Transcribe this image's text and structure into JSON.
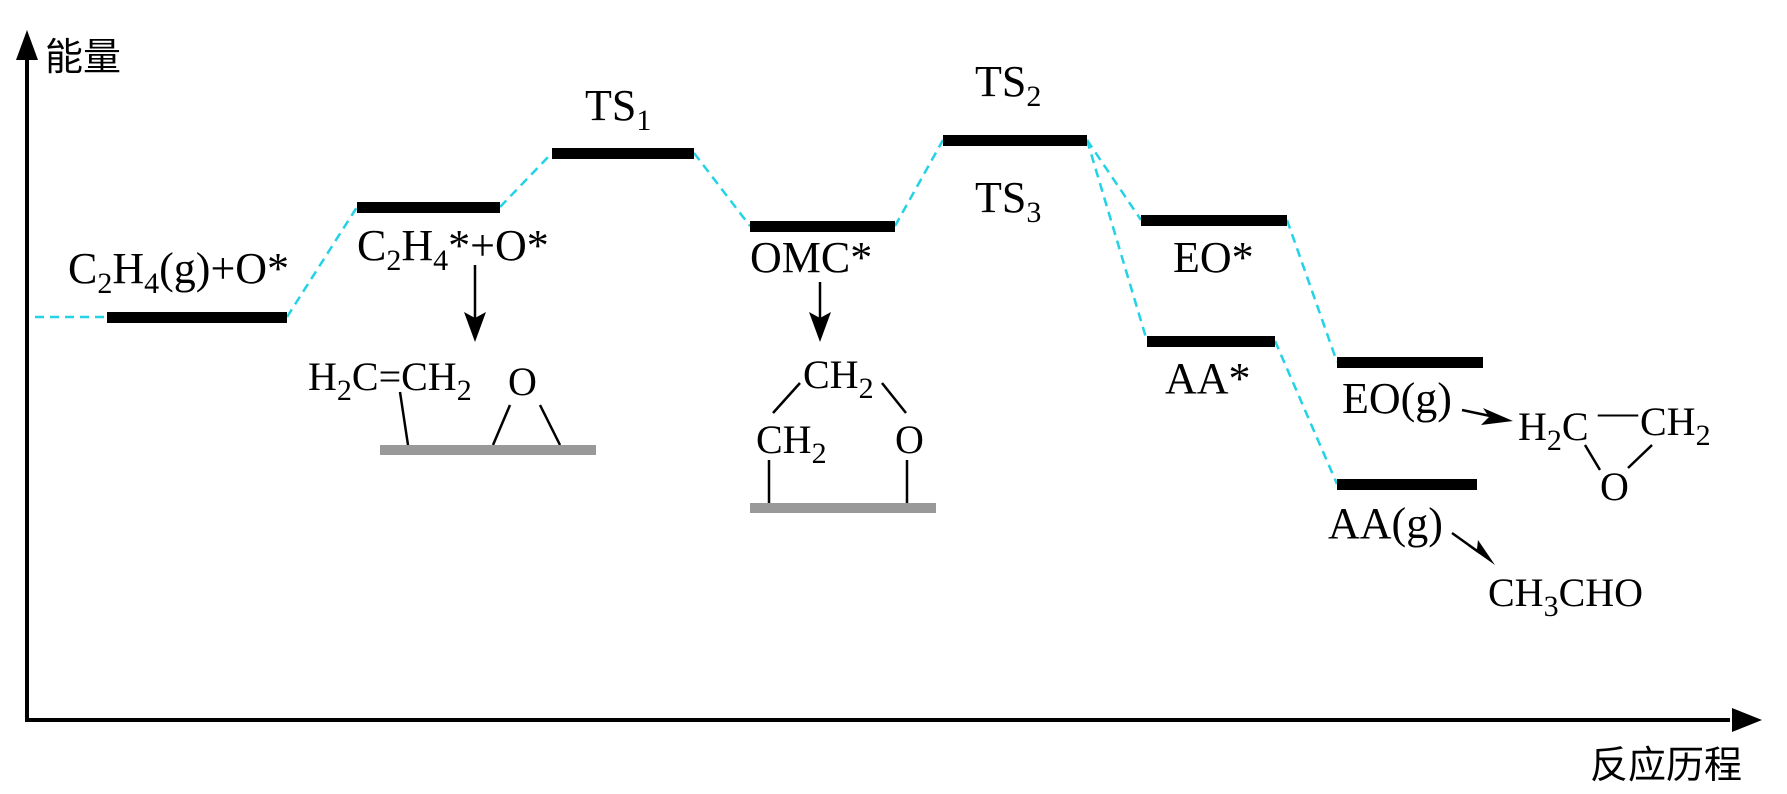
{
  "diagram": {
    "type": "energy-profile",
    "y_axis_label": "能量",
    "x_axis_label": "反应历程",
    "colors": {
      "level": "#000000",
      "connector": "#22d3e6",
      "surface": "#999999",
      "background": "#ffffff"
    },
    "levels": [
      {
        "id": "reactant",
        "label": "C2H4(g)+O*",
        "parts": [
          {
            "t": "C"
          },
          {
            "t": "2",
            "sub": true
          },
          {
            "t": "H"
          },
          {
            "t": "4",
            "sub": true
          },
          {
            "t": "(g)+O*"
          }
        ],
        "label_position": "above",
        "relative_energy_rank": 5
      },
      {
        "id": "adsorbed",
        "label": "C2H4*+O*",
        "parts": [
          {
            "t": "C"
          },
          {
            "t": "2",
            "sub": true
          },
          {
            "t": "H"
          },
          {
            "t": "4",
            "sub": true
          },
          {
            "t": "*+O*"
          }
        ],
        "label_position": "below",
        "relative_energy_rank": 7
      },
      {
        "id": "ts1",
        "label": "TS1",
        "parts": [
          {
            "t": "TS"
          },
          {
            "t": "1",
            "sub": true
          }
        ],
        "label_position": "above",
        "relative_energy_rank": 8
      },
      {
        "id": "omc",
        "label": "OMC*",
        "parts": [
          {
            "t": "OMC*"
          }
        ],
        "label_position": "below",
        "relative_energy_rank": 6
      },
      {
        "id": "ts23",
        "label": "TS2 / TS3",
        "parts_above": [
          {
            "t": "TS"
          },
          {
            "t": "2",
            "sub": true
          }
        ],
        "parts_below": [
          {
            "t": "TS"
          },
          {
            "t": "3",
            "sub": true
          }
        ],
        "label_position": "both",
        "relative_energy_rank": 9
      },
      {
        "id": "eo_ads",
        "label": "EO*",
        "parts": [
          {
            "t": "EO*"
          }
        ],
        "label_position": "below",
        "relative_energy_rank": 6
      },
      {
        "id": "aa_ads",
        "label": "AA*",
        "parts": [
          {
            "t": "AA*"
          }
        ],
        "label_position": "below",
        "relative_energy_rank": 4
      },
      {
        "id": "eo_gas",
        "label": "EO(g)",
        "parts": [
          {
            "t": "EO(g)"
          }
        ],
        "label_position": "below",
        "relative_energy_rank": 3
      },
      {
        "id": "aa_gas",
        "label": "AA(g)",
        "parts": [
          {
            "t": "AA(g)"
          }
        ],
        "label_position": "below",
        "relative_energy_rank": 1
      }
    ],
    "connections": [
      [
        "start",
        "reactant"
      ],
      [
        "reactant",
        "adsorbed"
      ],
      [
        "adsorbed",
        "ts1"
      ],
      [
        "ts1",
        "omc"
      ],
      [
        "omc",
        "ts23"
      ],
      [
        "ts23",
        "eo_ads"
      ],
      [
        "ts23",
        "aa_ads"
      ],
      [
        "eo_ads",
        "eo_gas"
      ],
      [
        "aa_ads",
        "aa_gas"
      ]
    ],
    "structures": {
      "adsorbed": {
        "left": [
          {
            "t": "H"
          },
          {
            "t": "2",
            "sub": true
          },
          {
            "t": "C=CH"
          },
          {
            "t": "2",
            "sub": true
          }
        ],
        "right": "O"
      },
      "omc": {
        "top": [
          {
            "t": "CH"
          },
          {
            "t": "2",
            "sub": true
          }
        ],
        "left": [
          {
            "t": "CH"
          },
          {
            "t": "2",
            "sub": true
          }
        ],
        "right": "O"
      },
      "eo": {
        "left": [
          {
            "t": "H"
          },
          {
            "t": "2",
            "sub": true
          },
          {
            "t": "C"
          }
        ],
        "bond": "—",
        "right": [
          {
            "t": "CH"
          },
          {
            "t": "2",
            "sub": true
          }
        ],
        "bottom": "O"
      },
      "aa": [
        {
          "t": "CH"
        },
        {
          "t": "3",
          "sub": true
        },
        {
          "t": "CHO"
        }
      ]
    }
  }
}
